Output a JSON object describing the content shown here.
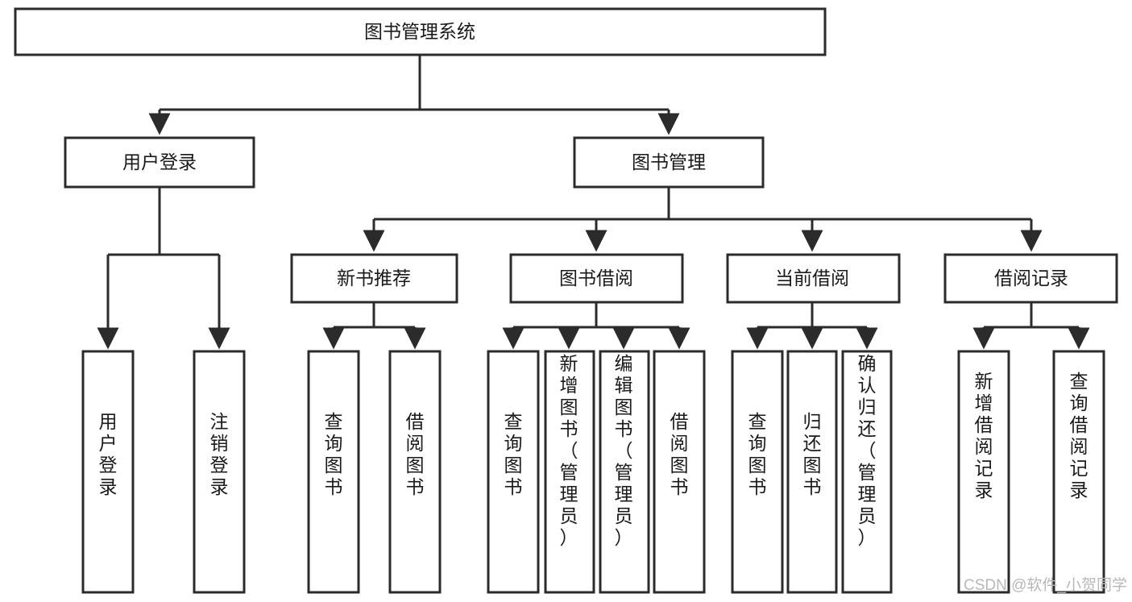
{
  "diagram": {
    "title": "图书管理系统",
    "type": "tree-hierarchy-flowchart",
    "root": {
      "id": "root",
      "label": "图书管理系统",
      "orientation": "horizontal"
    },
    "level1": [
      {
        "id": "user-login",
        "label": "用户登录",
        "orientation": "horizontal"
      },
      {
        "id": "book-management",
        "label": "图书管理",
        "orientation": "horizontal"
      }
    ],
    "level2": [
      {
        "id": "new-book-recommend",
        "label": "新书推荐",
        "orientation": "horizontal",
        "parent": "book-management"
      },
      {
        "id": "book-borrow",
        "label": "图书借阅",
        "orientation": "horizontal",
        "parent": "book-management"
      },
      {
        "id": "current-borrow",
        "label": "当前借阅",
        "orientation": "horizontal",
        "parent": "book-management"
      },
      {
        "id": "borrow-record",
        "label": "借阅记录",
        "orientation": "horizontal",
        "parent": "book-management"
      }
    ],
    "leaves": [
      {
        "id": "leaf-user-login",
        "label": "用户登录",
        "orientation": "vertical",
        "parent": "user-login"
      },
      {
        "id": "leaf-logout-login",
        "label": "注销登录",
        "orientation": "vertical",
        "parent": "user-login"
      },
      {
        "id": "leaf-query-book-1",
        "label": "查询图书",
        "orientation": "vertical",
        "parent": "new-book-recommend"
      },
      {
        "id": "leaf-borrow-book-1",
        "label": "借阅图书",
        "orientation": "vertical",
        "parent": "new-book-recommend"
      },
      {
        "id": "leaf-query-book-2",
        "label": "查询图书",
        "orientation": "vertical",
        "parent": "book-borrow"
      },
      {
        "id": "leaf-add-book",
        "label": "新增图书（管理员）",
        "orientation": "vertical",
        "parent": "book-borrow"
      },
      {
        "id": "leaf-edit-book",
        "label": "编辑图书（管理员）",
        "orientation": "vertical",
        "parent": "book-borrow"
      },
      {
        "id": "leaf-borrow-book-2",
        "label": "借阅图书",
        "orientation": "vertical",
        "parent": "book-borrow"
      },
      {
        "id": "leaf-query-book-3",
        "label": "查询图书",
        "orientation": "vertical",
        "parent": "current-borrow"
      },
      {
        "id": "leaf-return-book",
        "label": "归还图书",
        "orientation": "vertical",
        "parent": "current-borrow"
      },
      {
        "id": "leaf-confirm-return",
        "label": "确认归还（管理员）",
        "orientation": "vertical",
        "parent": "current-borrow"
      },
      {
        "id": "leaf-add-record",
        "label": "新增借阅记录",
        "orientation": "vertical",
        "parent": "borrow-record"
      },
      {
        "id": "leaf-query-record",
        "label": "查询借阅记录",
        "orientation": "vertical",
        "parent": "borrow-record"
      }
    ],
    "colors": {
      "stroke": "#2b2b2b",
      "fill": "#ffffff",
      "text": "#1a1a1a",
      "watermark": "#b8b8b8"
    }
  },
  "watermark": {
    "text": "CSDN @软件_小贺同学"
  }
}
